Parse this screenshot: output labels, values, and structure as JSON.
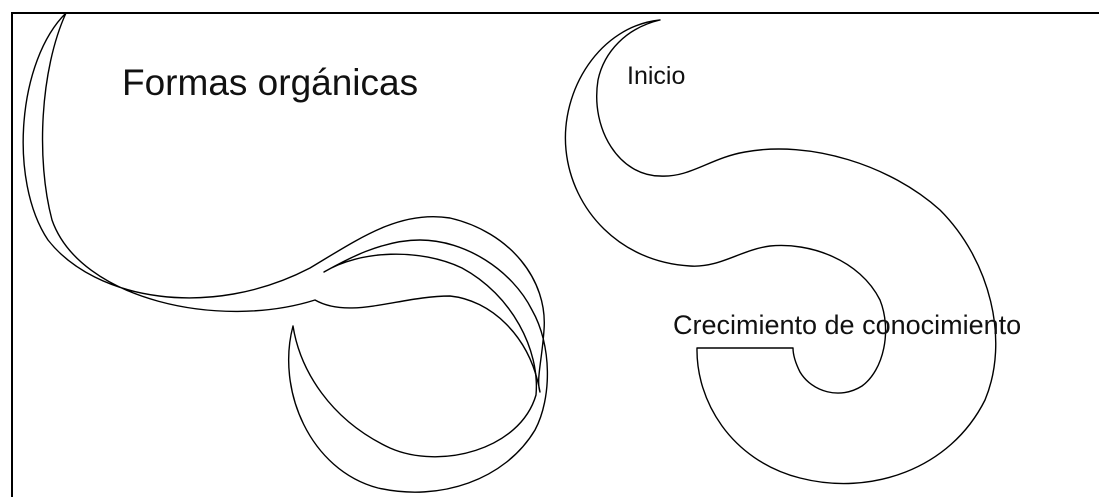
{
  "title": "Formas orgánicas",
  "labels": {
    "start": "Inicio",
    "growth": "Crecimiento de conocimiento"
  },
  "colors": {
    "background": "#ffffff",
    "stroke": "#000000",
    "text": "#111111"
  }
}
